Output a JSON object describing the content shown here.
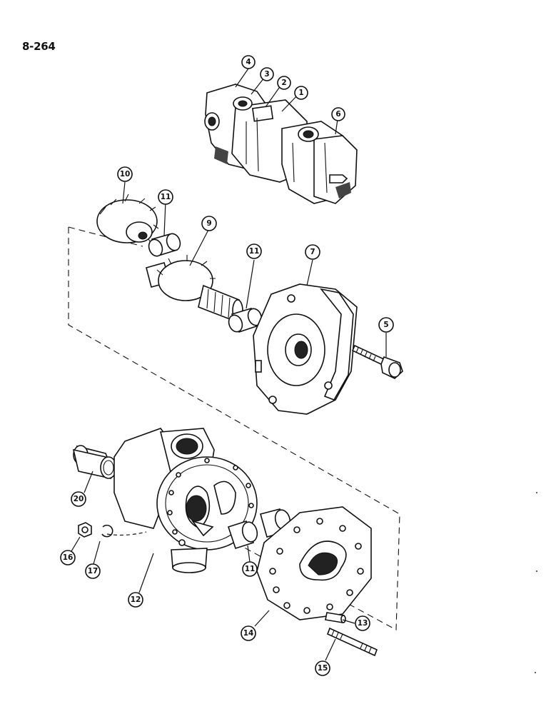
{
  "page_number": "8-264",
  "callouts": [
    {
      "id": "c4",
      "label": "4"
    },
    {
      "id": "c3",
      "label": "3"
    },
    {
      "id": "c2",
      "label": "2"
    },
    {
      "id": "c1",
      "label": "1"
    },
    {
      "id": "c6",
      "label": "6"
    },
    {
      "id": "c10",
      "label": "10"
    },
    {
      "id": "c11a",
      "label": "11"
    },
    {
      "id": "c9",
      "label": "9"
    },
    {
      "id": "c11b",
      "label": "11"
    },
    {
      "id": "c7",
      "label": "7"
    },
    {
      "id": "c5",
      "label": "5"
    },
    {
      "id": "c20",
      "label": "20"
    },
    {
      "id": "c16",
      "label": "16"
    },
    {
      "id": "c17",
      "label": "17"
    },
    {
      "id": "c11c",
      "label": "11"
    },
    {
      "id": "c12",
      "label": "12"
    },
    {
      "id": "c14",
      "label": "14"
    },
    {
      "id": "c13",
      "label": "13"
    },
    {
      "id": "c15",
      "label": "15"
    }
  ]
}
